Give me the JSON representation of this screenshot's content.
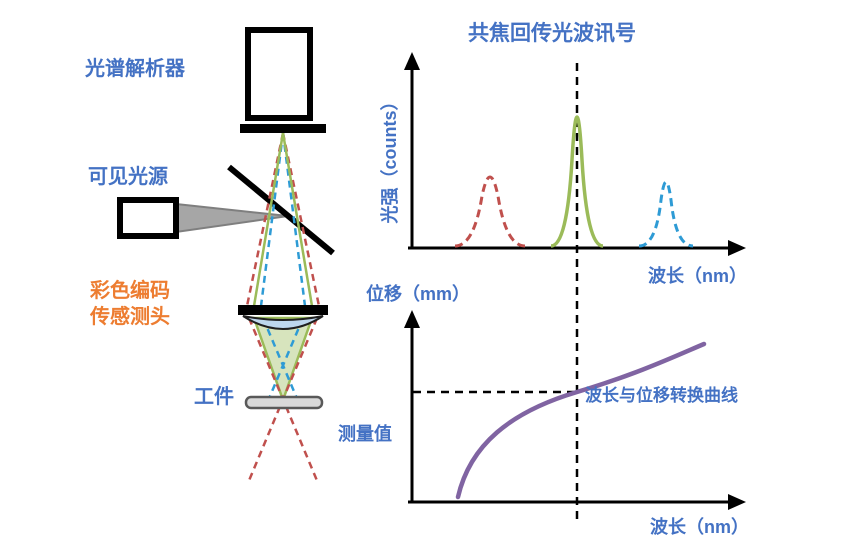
{
  "labels": {
    "spectrometer": "光谱解析器",
    "light_source": "可见光源",
    "probe_line1": "彩色编码",
    "probe_line2": "传感测头",
    "workpiece": "工件"
  },
  "top_chart": {
    "title": "共焦回传光波讯号",
    "ylabel": "光强（counts）",
    "xlabel": "波长（nm）"
  },
  "bottom_chart": {
    "ylabel": "位移（mm）",
    "measured_value": "测量值",
    "curve_label": "波长与位移转换曲线",
    "xlabel": "波长（nm）"
  },
  "colors": {
    "label_blue": "#4472C4",
    "label_orange": "#ED7D31",
    "peak_red": "#C0504D",
    "peak_green": "#9BBB59",
    "peak_blue": "#2E9BD5",
    "curve_purple": "#8064A2",
    "beam_gray": "#999999",
    "axis_black": "#000000",
    "lens_fill": "#BDD7EE",
    "workpiece_fill": "#D9D9D9"
  },
  "chart_data": [
    {
      "type": "line",
      "title": "共焦回传光波讯号",
      "xlabel": "波长（nm）",
      "ylabel": "光强（counts）",
      "legend_position": "none",
      "grid": false,
      "series": [
        {
          "name": "short-wavelength-signal-red-dashed",
          "peak_x_fraction": 0.25,
          "peak_height_fraction": 0.45,
          "style": "dashed"
        },
        {
          "name": "confocal-wavelength-signal-green-solid",
          "peak_x_fraction": 0.5,
          "peak_height_fraction": 1.0,
          "style": "solid"
        },
        {
          "name": "long-wavelength-signal-blue-dashed",
          "peak_x_fraction": 0.78,
          "peak_height_fraction": 0.48,
          "style": "dashed"
        }
      ],
      "annotations": [
        "vertical dashed reference line at confocal wavelength"
      ]
    },
    {
      "type": "line",
      "title": "波长与位移转换曲线",
      "xlabel": "波长（nm）",
      "ylabel": "位移（mm）",
      "grid": false,
      "series": [
        {
          "name": "wavelength-to-displacement-conversion-curve",
          "x": [
            0.15,
            0.3,
            0.5,
            0.55,
            0.75,
            0.9
          ],
          "y": [
            0.02,
            0.35,
            0.55,
            0.58,
            0.72,
            0.8
          ],
          "style": "solid"
        }
      ],
      "annotations": [
        "测量值 (measured value) marked by horizontal dashed line meeting vertical dashed reference line"
      ]
    }
  ]
}
